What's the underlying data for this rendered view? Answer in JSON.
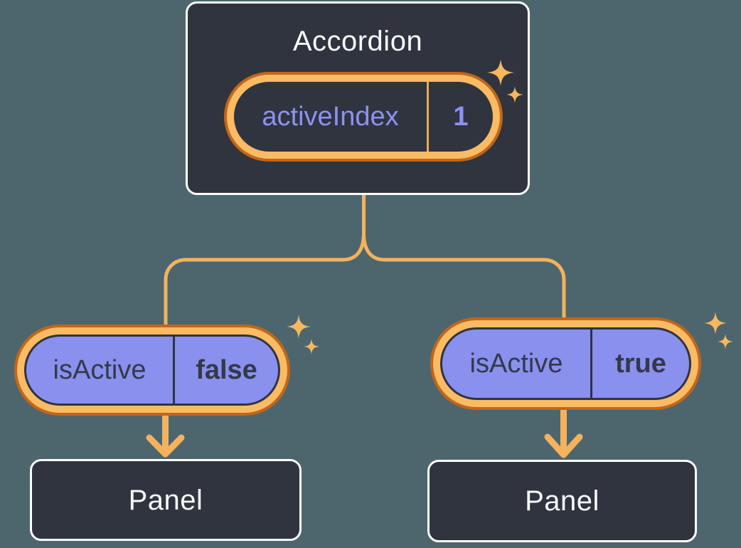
{
  "diagram": {
    "root": {
      "title": "Accordion",
      "prop": {
        "name": "activeIndex",
        "value": "1"
      }
    },
    "children": [
      {
        "prop": {
          "name": "isActive",
          "value": "false"
        },
        "panel_label": "Panel"
      },
      {
        "prop": {
          "name": "isActive",
          "value": "true"
        },
        "panel_label": "Panel"
      }
    ]
  },
  "icons": {
    "sparkle": "sparkle-icon"
  },
  "colors": {
    "background": "#4D666E",
    "box_fill": "#2F343F",
    "box_border": "#FFFFFF",
    "ring_outer_orange": "#C2661A",
    "ring_inner_orange": "#F9BB64",
    "pill_purple": "#8A90EE",
    "connector_orange": "#F4B25C",
    "divider_orange": "#EFA952",
    "text_light": "#F7F9FA",
    "text_dark": "#333A47",
    "text_purple": "#8C92F0"
  }
}
